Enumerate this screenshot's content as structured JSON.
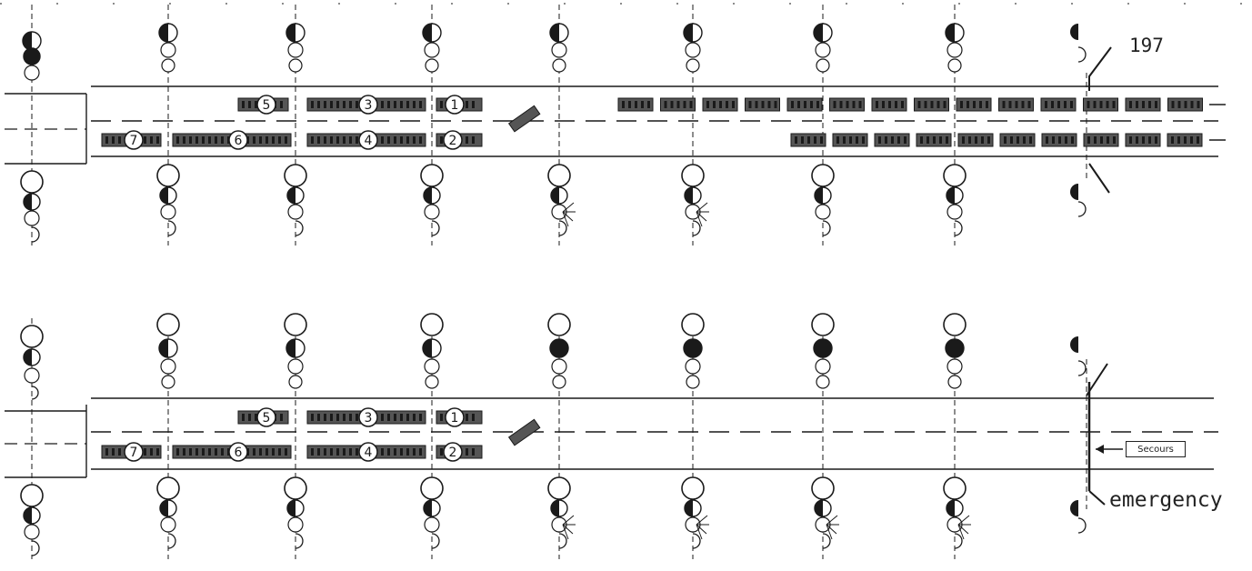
{
  "scenes": [
    {
      "id": "top",
      "corner_label": "197",
      "lane_upper_vehicles": [
        "5",
        "3",
        "1"
      ],
      "lane_lower_vehicles": [
        "7",
        "6",
        "4",
        "2"
      ]
    },
    {
      "id": "bottom",
      "side_label": "emergency",
      "emergency_box": "Secours",
      "lane_upper_vehicles": [
        "5",
        "3",
        "1"
      ],
      "lane_lower_vehicles": [
        "7",
        "6",
        "4",
        "2"
      ]
    }
  ],
  "colors": {
    "ink": "#1a1a1a",
    "shade": "#555555",
    "paper": "#ffffff"
  }
}
